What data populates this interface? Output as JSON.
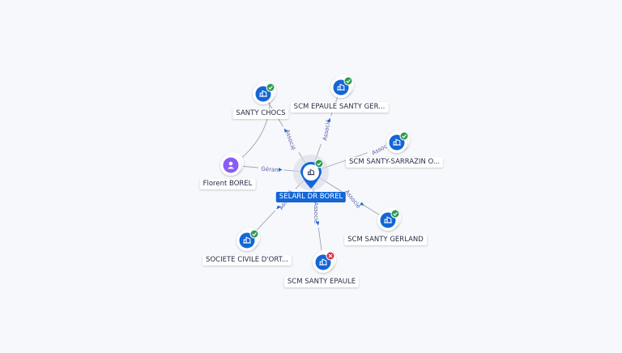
{
  "colors": {
    "company": "#1366d6",
    "person": "#8a5cf6",
    "active": "#2e9b4f",
    "closed": "#d63044",
    "edge": "#9aa3b5",
    "edge_label": "#5660a8"
  },
  "graph": {
    "center": {
      "label": "SELARL DR BOREL",
      "icon": "company-icon",
      "status": "active"
    },
    "nodes": [
      {
        "id": "santy-chocs",
        "label": "SANTY CHOCS",
        "icon": "company-icon",
        "status": "active"
      },
      {
        "id": "scm-epaule-santy-ger",
        "label": "SCM EPAULE SANTY GER...",
        "icon": "company-icon",
        "status": "active"
      },
      {
        "id": "scm-santy-sarrazin",
        "label": "SCM SANTY-SARRAZIN O...",
        "icon": "company-icon",
        "status": "active"
      },
      {
        "id": "scm-santy-gerland",
        "label": "SCM SANTY GERLAND",
        "icon": "company-icon",
        "status": "active"
      },
      {
        "id": "scm-santy-epaule",
        "label": "SCM SANTY EPAULE",
        "icon": "company-icon",
        "status": "closed"
      },
      {
        "id": "societe-civile",
        "label": "SOCIETE CIVILE D'ORT...",
        "icon": "company-icon",
        "status": "active"
      },
      {
        "id": "florent-borel",
        "label": "Florent BOREL",
        "icon": "person-icon",
        "status": "none"
      }
    ],
    "edges": [
      {
        "from": "center",
        "to": "santy-chocs",
        "label": "Associé"
      },
      {
        "from": "center",
        "to": "scm-epaule-santy-ger",
        "label": "Associé"
      },
      {
        "from": "center",
        "to": "scm-santy-sarrazin",
        "label": "Associé"
      },
      {
        "from": "center",
        "to": "scm-santy-gerland",
        "label": "Associé"
      },
      {
        "from": "center",
        "to": "scm-santy-epaule",
        "label": "Associé"
      },
      {
        "from": "center",
        "to": "societe-civile",
        "label": "Associé"
      },
      {
        "from": "florent-borel",
        "to": "center",
        "label": "Gérant"
      },
      {
        "from": "florent-borel",
        "to": "santy-chocs",
        "label": ""
      }
    ]
  }
}
